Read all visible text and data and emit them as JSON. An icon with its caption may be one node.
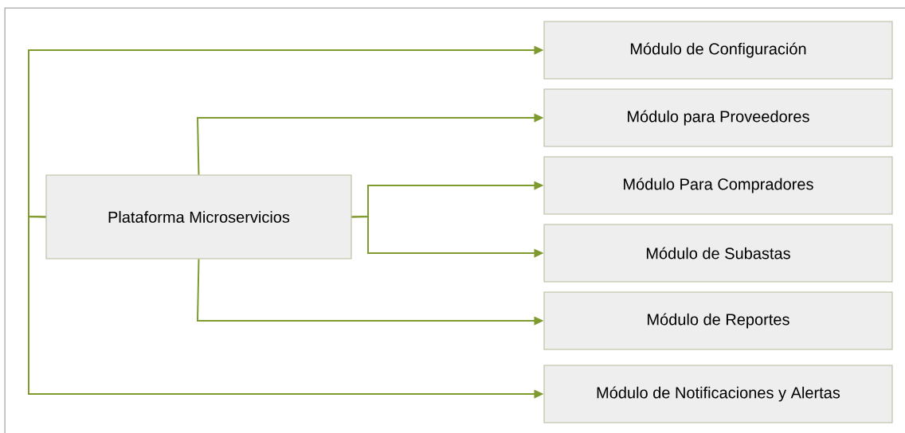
{
  "diagram": {
    "nodes": [
      {
        "text": [
          "Plataforma Microservicios"
        ]
      },
      {
        "text": [
          "Módulo de Configuración"
        ]
      },
      {
        "text": [
          "Módulo para Proveedores"
        ]
      },
      {
        "text": [
          "Módulo Para Compradores"
        ]
      },
      {
        "text": [
          "Módulo de Subastas"
        ]
      },
      {
        "text": [
          "Módulo de Reportes"
        ]
      },
      {
        "text": [
          "Módulo de Notificaciones y Alertas"
        ]
      }
    ],
    "edges": [
      {
        "from": 0,
        "to": 1,
        "arrow": "to"
      },
      {
        "from": 0,
        "to": 2,
        "arrow": "to"
      },
      {
        "from": 0,
        "to": 3,
        "arrow": "to"
      },
      {
        "from": 0,
        "to": 4,
        "arrow": "to"
      },
      {
        "from": 0,
        "to": 5,
        "arrow": "to"
      },
      {
        "from": 0,
        "to": 6,
        "arrow": "to"
      }
    ]
  }
}
